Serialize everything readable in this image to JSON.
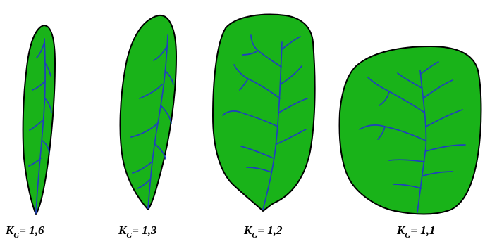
{
  "colors": {
    "leaf_fill": "#19b319",
    "leaf_outline": "#000000",
    "vein": "#1f3fbf",
    "background": "#ffffff"
  },
  "leaves": [
    {
      "label_main": "K",
      "label_sub": "G",
      "label_value": "= 1,6"
    },
    {
      "label_main": "K",
      "label_sub": "G",
      "label_value": "= 1,3"
    },
    {
      "label_main": "K",
      "label_sub": "G",
      "label_value": "= 1,2"
    },
    {
      "label_main": "K",
      "label_sub": "G",
      "label_value": "= 1,1"
    }
  ]
}
